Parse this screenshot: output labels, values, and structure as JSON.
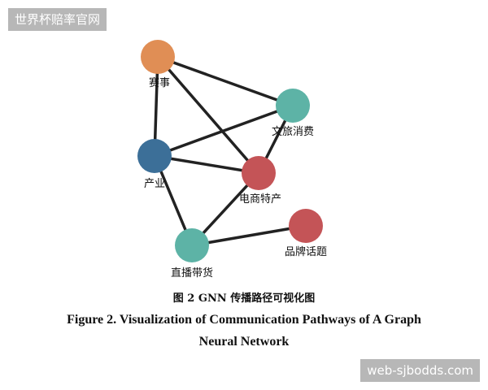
{
  "watermarks": {
    "top_left": "世界杯赔率官网",
    "bottom_right": "web-sjbodds.com"
  },
  "graph": {
    "nodes": [
      {
        "id": "saishi",
        "label": "赛事",
        "color": "#E08E55"
      },
      {
        "id": "wenlv",
        "label": "文旅消费",
        "color": "#5DB3A6"
      },
      {
        "id": "chanye",
        "label": "产业",
        "color": "#3C6F98"
      },
      {
        "id": "dianshang",
        "label": "电商特产",
        "color": "#C45457"
      },
      {
        "id": "pinpai",
        "label": "品牌话题",
        "color": "#C45457"
      },
      {
        "id": "zhibo",
        "label": "直播带货",
        "color": "#5DB3A6"
      }
    ],
    "edges": [
      [
        "saishi",
        "wenlv"
      ],
      [
        "saishi",
        "chanye"
      ],
      [
        "saishi",
        "dianshang"
      ],
      [
        "chanye",
        "wenlv"
      ],
      [
        "chanye",
        "dianshang"
      ],
      [
        "chanye",
        "zhibo"
      ],
      [
        "dianshang",
        "wenlv"
      ],
      [
        "zhibo",
        "dianshang"
      ],
      [
        "zhibo",
        "pinpai"
      ]
    ],
    "edge_color": "#222222"
  },
  "caption": {
    "cn": "图 2   GNN 传播路径可视化图",
    "en_line1": "Figure 2.    Visualization of Communication Pathways of A Graph",
    "en_line2": "Neural Network"
  }
}
